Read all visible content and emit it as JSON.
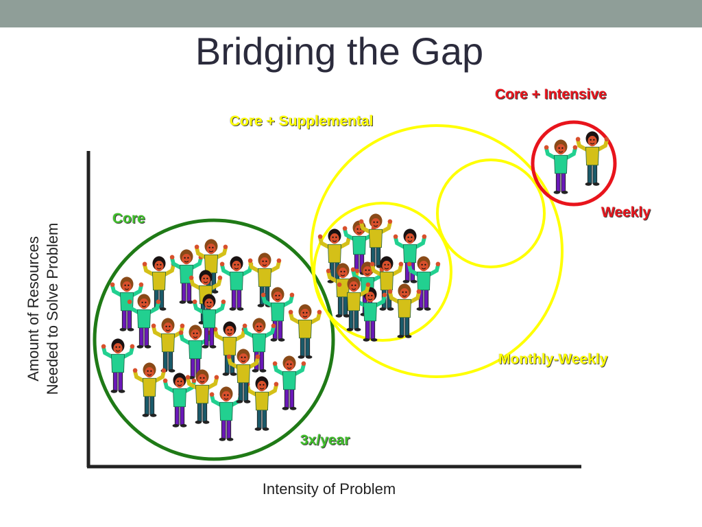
{
  "title": "Bridging the Gap",
  "axes": {
    "x_label": "Intensity of Problem",
    "y_label_line1": "Amount of Resources",
    "y_label_line2": "Needed to Solve Problem"
  },
  "tiers": {
    "core": {
      "label": "Core",
      "frequency": "3x/year",
      "color": "#1f7a16",
      "label_color": "#3fbf2a"
    },
    "supplemental": {
      "label": "Core + Supplemental",
      "frequency": "Monthly-Weekly",
      "color": "#ffff00"
    },
    "intensive": {
      "label": "Core + Intensive",
      "frequency": "Weekly",
      "color": "#e8141c"
    }
  },
  "colors": {
    "top_bar": "#8f9e98",
    "axis": "#222222",
    "shirt_green": "#22d090",
    "shirt_yellow": "#d4c018",
    "pants_purple": "#6a18b8",
    "pants_teal": "#1a5a6a",
    "skin": "#d8502c",
    "hair_brown": "#8a4a18",
    "hair_black": "#1a1212"
  }
}
